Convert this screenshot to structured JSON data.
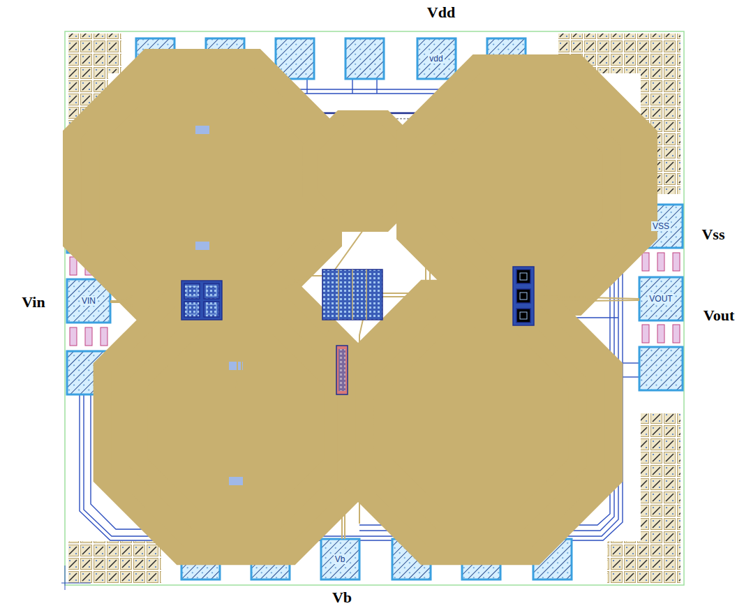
{
  "diagram": {
    "labels": [
      "Vdd",
      "Vss",
      "Vin",
      "Vout",
      "Vb",
      "vdd",
      "VSS",
      "VIN",
      "VOUT",
      "Vb"
    ]
  }
}
